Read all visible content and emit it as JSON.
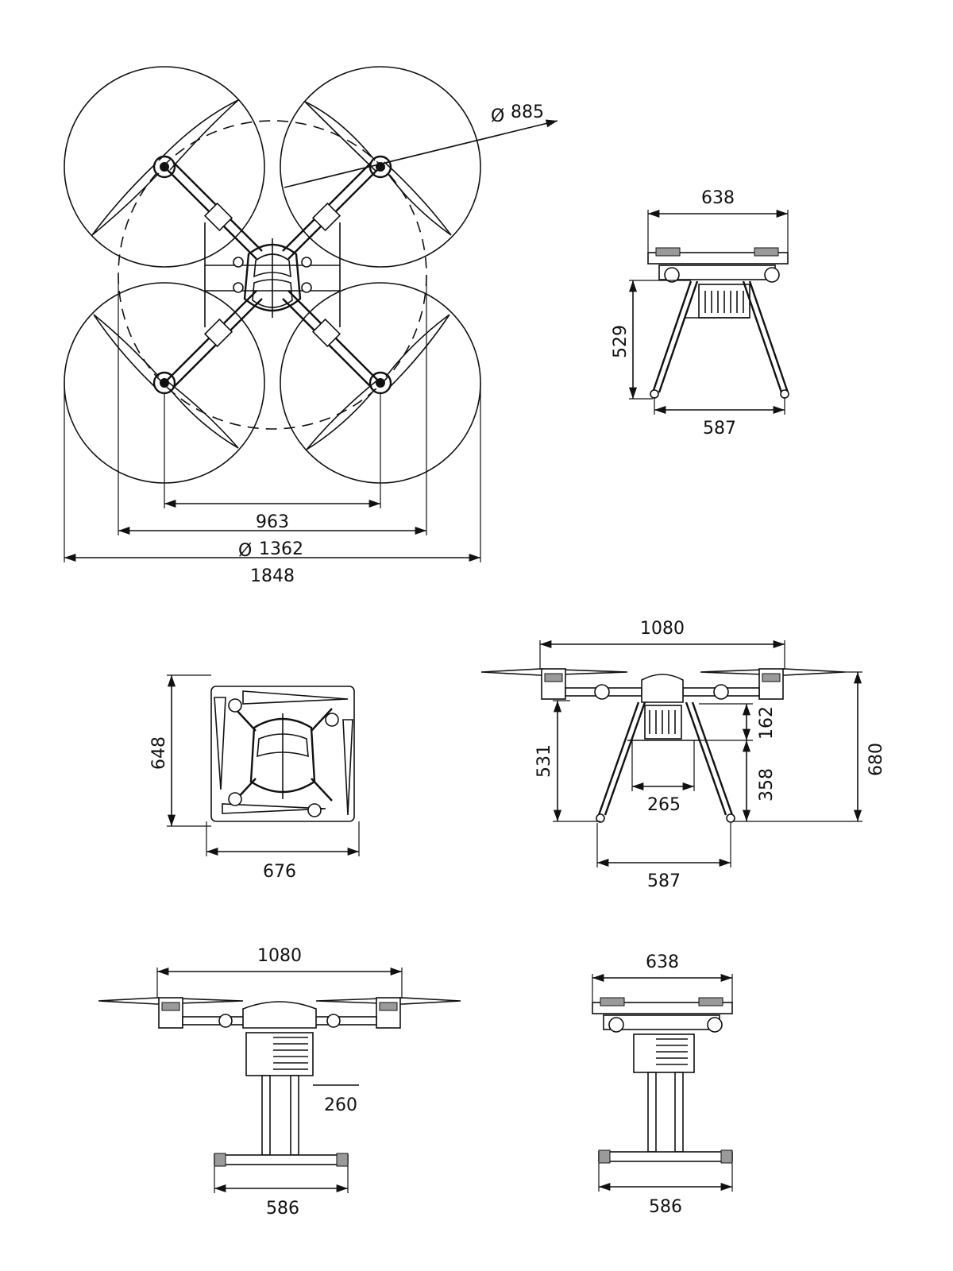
{
  "top_view": {
    "prop_diameter": "885",
    "motor_span": "963",
    "frame_circle": "1362",
    "overall_span": "1848",
    "diameter_symbol": "Ø"
  },
  "side_view_small": {
    "top_width": "638",
    "height": "529",
    "gear_width": "587"
  },
  "folded_view": {
    "height": "648",
    "width": "676"
  },
  "front_view": {
    "span": "1080",
    "leg_height": "531",
    "body_height": "162",
    "lower_height": "358",
    "total_height": "680",
    "tank_width": "265",
    "gear_width": "587"
  },
  "side_view_skid": {
    "span": "1080",
    "tank_offset": "260",
    "skid_width": "586"
  },
  "end_view_skid": {
    "top_width": "638",
    "skid_width": "586"
  }
}
